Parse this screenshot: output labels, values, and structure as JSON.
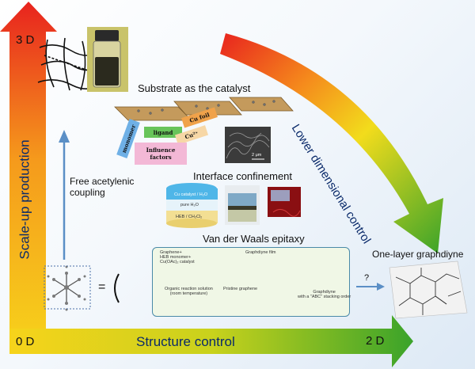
{
  "axes": {
    "y_top": "3 D",
    "y_bottom": "0 D",
    "x_end": "2 D",
    "x_label": "Structure control",
    "y_label": "Scale-up production",
    "diagonal_label": "Lower dimensional control"
  },
  "sections": {
    "substrate_title": "Substrate as the catalyst",
    "interface_title": "Interface confinement",
    "vdw_title": "Van der Waals epitaxy",
    "free_coupling": "Free acetylenic\ncoupling",
    "one_layer": "One-layer graphdiyne",
    "question": "?",
    "equals": "="
  },
  "substrate_tags": {
    "monomer": "monomer",
    "ligand": "ligand",
    "cu_foil": "Cu foil",
    "cu2": "Cu²⁺",
    "influence": "Influence\nfactors",
    "scale": "2 μm"
  },
  "interface_labels": {
    "layer_top": "Cu catalyst / H₂O",
    "layer_mid": "pure H₂O",
    "layer_bot": "HEB / CH₂Cl₂"
  },
  "vdw_labels": {
    "reagents": "Graphene+\nHEB monomer+\nCu(OAc)₂ catalyst",
    "gdy_film": "Graphdiyne film",
    "solution": "Organic reaction solution\n(room temperature)",
    "pristine": "Pristine graphene",
    "stack": "Graphdiyne\nwith a \"ABC\" stacking order"
  },
  "colors": {
    "arrow_red": "#e8231e",
    "arrow_yellow": "#f6d21a",
    "arrow_green": "#3aa32a",
    "panel_green": "#f0f7e6",
    "teal_border": "#4a8aa8"
  }
}
